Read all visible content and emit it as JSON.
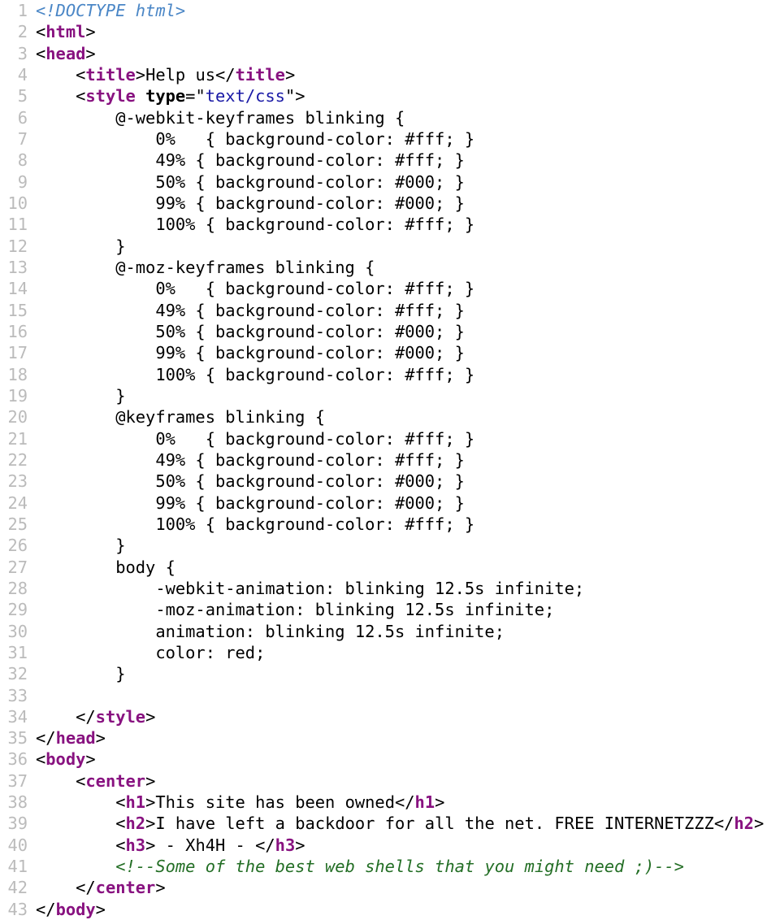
{
  "lines": [
    [
      [
        "doctype",
        "<!DOCTYPE html>"
      ]
    ],
    [
      [
        "br",
        "<"
      ],
      [
        "tag",
        "html"
      ],
      [
        "br",
        ">"
      ]
    ],
    [
      [
        "br",
        "<"
      ],
      [
        "tag",
        "head"
      ],
      [
        "br",
        ">"
      ]
    ],
    [
      [
        "txt",
        "    "
      ],
      [
        "br",
        "<"
      ],
      [
        "tag",
        "title"
      ],
      [
        "br",
        ">"
      ],
      [
        "txt",
        "Help us"
      ],
      [
        "br",
        "</"
      ],
      [
        "tag",
        "title"
      ],
      [
        "br",
        ">"
      ]
    ],
    [
      [
        "txt",
        "    "
      ],
      [
        "br",
        "<"
      ],
      [
        "tag",
        "style"
      ],
      [
        "txt",
        " "
      ],
      [
        "attr",
        "type"
      ],
      [
        "txt",
        "=\""
      ],
      [
        "val",
        "text/css"
      ],
      [
        "txt",
        "\">"
      ]
    ],
    [
      [
        "txt",
        "        @-webkit-keyframes blinking {"
      ]
    ],
    [
      [
        "txt",
        "            0%   { background-color: #fff; }"
      ]
    ],
    [
      [
        "txt",
        "            49% { background-color: #fff; }"
      ]
    ],
    [
      [
        "txt",
        "            50% { background-color: #000; }"
      ]
    ],
    [
      [
        "txt",
        "            99% { background-color: #000; }"
      ]
    ],
    [
      [
        "txt",
        "            100% { background-color: #fff; }"
      ]
    ],
    [
      [
        "txt",
        "        }"
      ]
    ],
    [
      [
        "txt",
        "        @-moz-keyframes blinking {"
      ]
    ],
    [
      [
        "txt",
        "            0%   { background-color: #fff; }"
      ]
    ],
    [
      [
        "txt",
        "            49% { background-color: #fff; }"
      ]
    ],
    [
      [
        "txt",
        "            50% { background-color: #000; }"
      ]
    ],
    [
      [
        "txt",
        "            99% { background-color: #000; }"
      ]
    ],
    [
      [
        "txt",
        "            100% { background-color: #fff; }"
      ]
    ],
    [
      [
        "txt",
        "        }"
      ]
    ],
    [
      [
        "txt",
        "        @keyframes blinking {"
      ]
    ],
    [
      [
        "txt",
        "            0%   { background-color: #fff; }"
      ]
    ],
    [
      [
        "txt",
        "            49% { background-color: #fff; }"
      ]
    ],
    [
      [
        "txt",
        "            50% { background-color: #000; }"
      ]
    ],
    [
      [
        "txt",
        "            99% { background-color: #000; }"
      ]
    ],
    [
      [
        "txt",
        "            100% { background-color: #fff; }"
      ]
    ],
    [
      [
        "txt",
        "        }"
      ]
    ],
    [
      [
        "txt",
        "        body {"
      ]
    ],
    [
      [
        "txt",
        "            -webkit-animation: blinking 12.5s infinite;"
      ]
    ],
    [
      [
        "txt",
        "            -moz-animation: blinking 12.5s infinite;"
      ]
    ],
    [
      [
        "txt",
        "            animation: blinking 12.5s infinite;"
      ]
    ],
    [
      [
        "txt",
        "            color: red;"
      ]
    ],
    [
      [
        "txt",
        "        }"
      ]
    ],
    [
      [
        "txt",
        ""
      ]
    ],
    [
      [
        "txt",
        "    "
      ],
      [
        "br",
        "</"
      ],
      [
        "tag",
        "style"
      ],
      [
        "br",
        ">"
      ]
    ],
    [
      [
        "br",
        "</"
      ],
      [
        "tag",
        "head"
      ],
      [
        "br",
        ">"
      ]
    ],
    [
      [
        "br",
        "<"
      ],
      [
        "tag",
        "body"
      ],
      [
        "br",
        ">"
      ]
    ],
    [
      [
        "txt",
        "    "
      ],
      [
        "br",
        "<"
      ],
      [
        "tag",
        "center"
      ],
      [
        "br",
        ">"
      ]
    ],
    [
      [
        "txt",
        "        "
      ],
      [
        "br",
        "<"
      ],
      [
        "tag",
        "h1"
      ],
      [
        "br",
        ">"
      ],
      [
        "txt",
        "This site has been owned"
      ],
      [
        "br",
        "</"
      ],
      [
        "tag",
        "h1"
      ],
      [
        "br",
        ">"
      ]
    ],
    [
      [
        "txt",
        "        "
      ],
      [
        "br",
        "<"
      ],
      [
        "tag",
        "h2"
      ],
      [
        "br",
        ">"
      ],
      [
        "txt",
        "I have left a backdoor for all the net. FREE INTERNETZZZ"
      ],
      [
        "br",
        "</"
      ],
      [
        "tag",
        "h2"
      ],
      [
        "br",
        ">"
      ]
    ],
    [
      [
        "txt",
        "        "
      ],
      [
        "br",
        "<"
      ],
      [
        "tag",
        "h3"
      ],
      [
        "br",
        ">"
      ],
      [
        "txt",
        " - Xh4H - "
      ],
      [
        "br",
        "</"
      ],
      [
        "tag",
        "h3"
      ],
      [
        "br",
        ">"
      ]
    ],
    [
      [
        "txt",
        "        "
      ],
      [
        "comment",
        "<!--Some of the best web shells that you might need ;)-->"
      ]
    ],
    [
      [
        "txt",
        "    "
      ],
      [
        "br",
        "</"
      ],
      [
        "tag",
        "center"
      ],
      [
        "br",
        ">"
      ]
    ],
    [
      [
        "br",
        "</"
      ],
      [
        "tag",
        "body"
      ],
      [
        "br",
        ">"
      ]
    ]
  ]
}
